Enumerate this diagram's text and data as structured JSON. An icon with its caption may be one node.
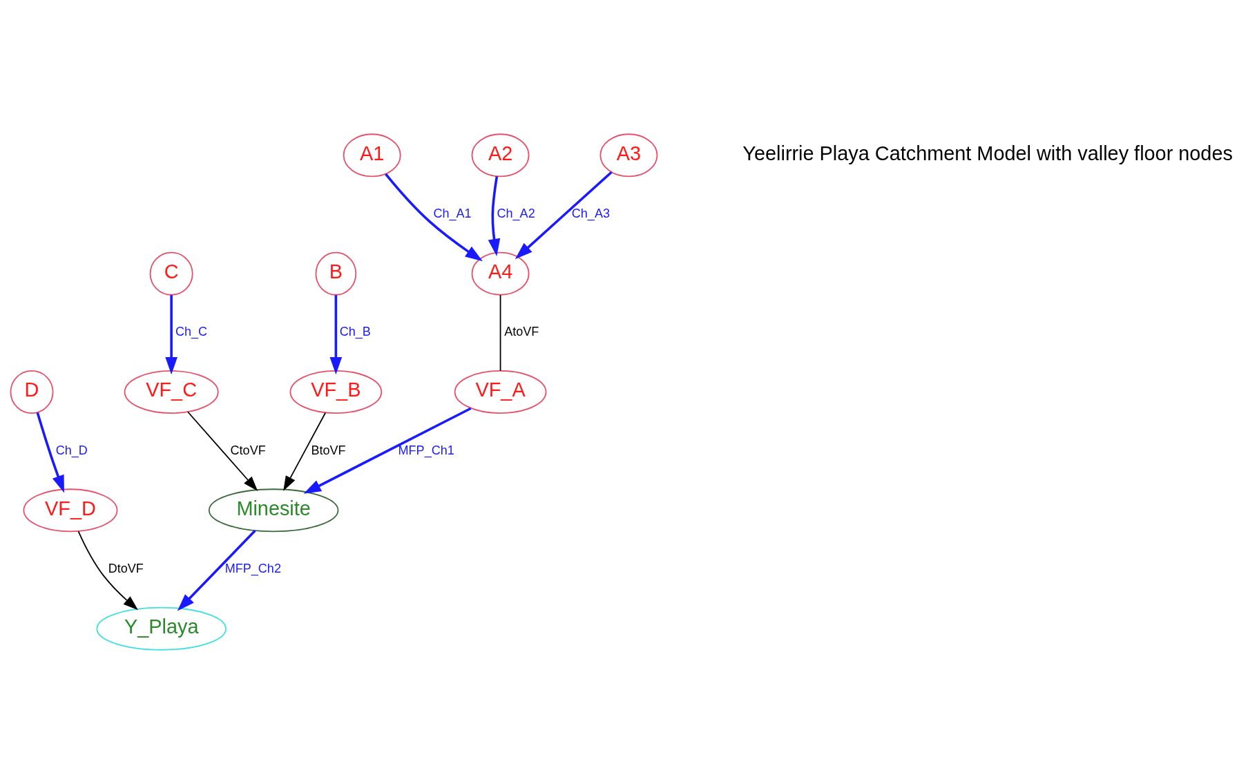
{
  "diagram": {
    "nodes": [
      {
        "text": [
          "A1"
        ]
      },
      {
        "text": [
          "A2"
        ]
      },
      {
        "text": [
          "C"
        ]
      },
      {
        "text": [
          "A4"
        ]
      },
      {
        "text": [
          "VF_A"
        ]
      },
      {
        "text": [
          "A3"
        ]
      },
      {
        "text": [
          "VF_C"
        ]
      },
      {
        "text": [
          "Minesite"
        ]
      },
      {
        "text": [
          "VF_B"
        ]
      },
      {
        "text": [
          "D"
        ]
      },
      {
        "text": [
          "B"
        ]
      },
      {
        "text": [
          "VF_D"
        ]
      },
      {
        "text": [
          "Y_Playa"
        ]
      }
    ],
    "edges": [
      {
        "from": 0,
        "to": 3,
        "arrow": "to",
        "label": "Ch_A1"
      },
      {
        "from": 1,
        "to": 3,
        "arrow": "to",
        "label": "Ch_A2"
      },
      {
        "from": 5,
        "to": 3,
        "arrow": "to",
        "label": "Ch_A3"
      },
      {
        "from": 3,
        "to": 4,
        "arrow": "none",
        "label": "AtoVF",
        "color": "#000000"
      },
      {
        "from": 4,
        "to": 7,
        "arrow": "to",
        "label": "MFP_Ch1"
      },
      {
        "from": 2,
        "to": 6,
        "arrow": "to",
        "label": "Ch_C"
      },
      {
        "from": 6,
        "to": 7,
        "arrow": "to",
        "label": "CtoVF",
        "color": "#000000"
      },
      {
        "from": 10,
        "to": 8,
        "arrow": "to",
        "label": "Ch_B"
      },
      {
        "from": 8,
        "to": 7,
        "arrow": "to",
        "label": "BtoVF",
        "color": "#000000"
      },
      {
        "from": 7,
        "to": 12,
        "arrow": "to",
        "label": "MFP_Ch2"
      },
      {
        "from": 9,
        "to": 11,
        "arrow": "to",
        "label": "Ch_D"
      },
      {
        "from": 11,
        "to": 12,
        "arrow": "to",
        "label": "DtoVF",
        "color": "#000000"
      }
    ],
    "labels": [
      "Yeelirrie Playa Catchment Model with valley floor nodes"
    ]
  }
}
